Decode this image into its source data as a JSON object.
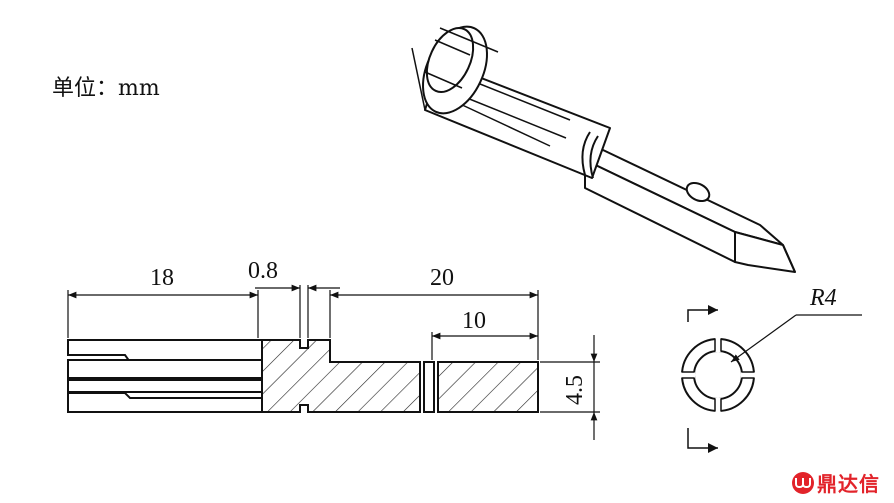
{
  "unit_label": "单位：mm",
  "dimensions": {
    "left_length": "18",
    "slot_width": "0.8",
    "right_length": "20",
    "tip_length": "10",
    "thickness": "4.5",
    "radius": "R4"
  },
  "watermark": {
    "icon": "logo-circle-icon",
    "text": "鼎达信",
    "color": "#e2232a"
  }
}
